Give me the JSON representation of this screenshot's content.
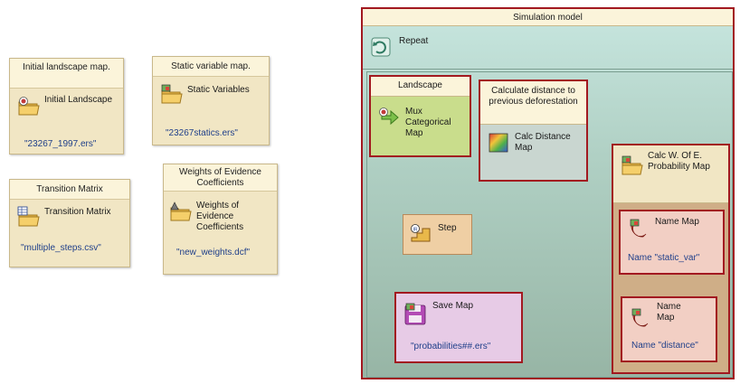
{
  "functors": {
    "initial_landscape": {
      "header": "Initial landscape map.",
      "label": "Initial Landscape",
      "value": "\"23267_1997.ers\""
    },
    "static_variable": {
      "header": "Static variable map.",
      "label": "Static Variables",
      "value": "\"23267statics.ers\""
    },
    "transition_matrix": {
      "header": "Transition Matrix",
      "label": "Transition Matrix",
      "value": "\"multiple_steps.csv\""
    },
    "weights_of_evidence": {
      "header": "Weights of Evidence Coefficients",
      "label": "Weights of Evidence Coefficients",
      "value": "\"new_weights.dcf\""
    }
  },
  "simulation": {
    "title": "Simulation model",
    "repeat_label": "Repeat",
    "landscape": {
      "header": "Landscape",
      "label": "Mux Categorical Map"
    },
    "calc_distance": {
      "header": "Calculate distance to previous deforestation",
      "label": "Calc Distance Map"
    },
    "calc_woe": {
      "label": "Calc W. Of E. Probability Map",
      "name_map_1": {
        "label": "Name Map",
        "value": "Name \"static_var\""
      },
      "name_map_2": {
        "label": "Name Map",
        "value": "Name \"distance\""
      }
    },
    "step": {
      "label": "Step"
    },
    "save_map": {
      "label": "Save Map",
      "value": "\"probabilities##.ers\""
    }
  },
  "colors": {
    "frame_red": "#a21920",
    "header_cream": "#fbf4da",
    "functor_tan": "#f1e6c4",
    "value_blue": "#1f3f8a",
    "model_green": "#b0d0c4"
  }
}
